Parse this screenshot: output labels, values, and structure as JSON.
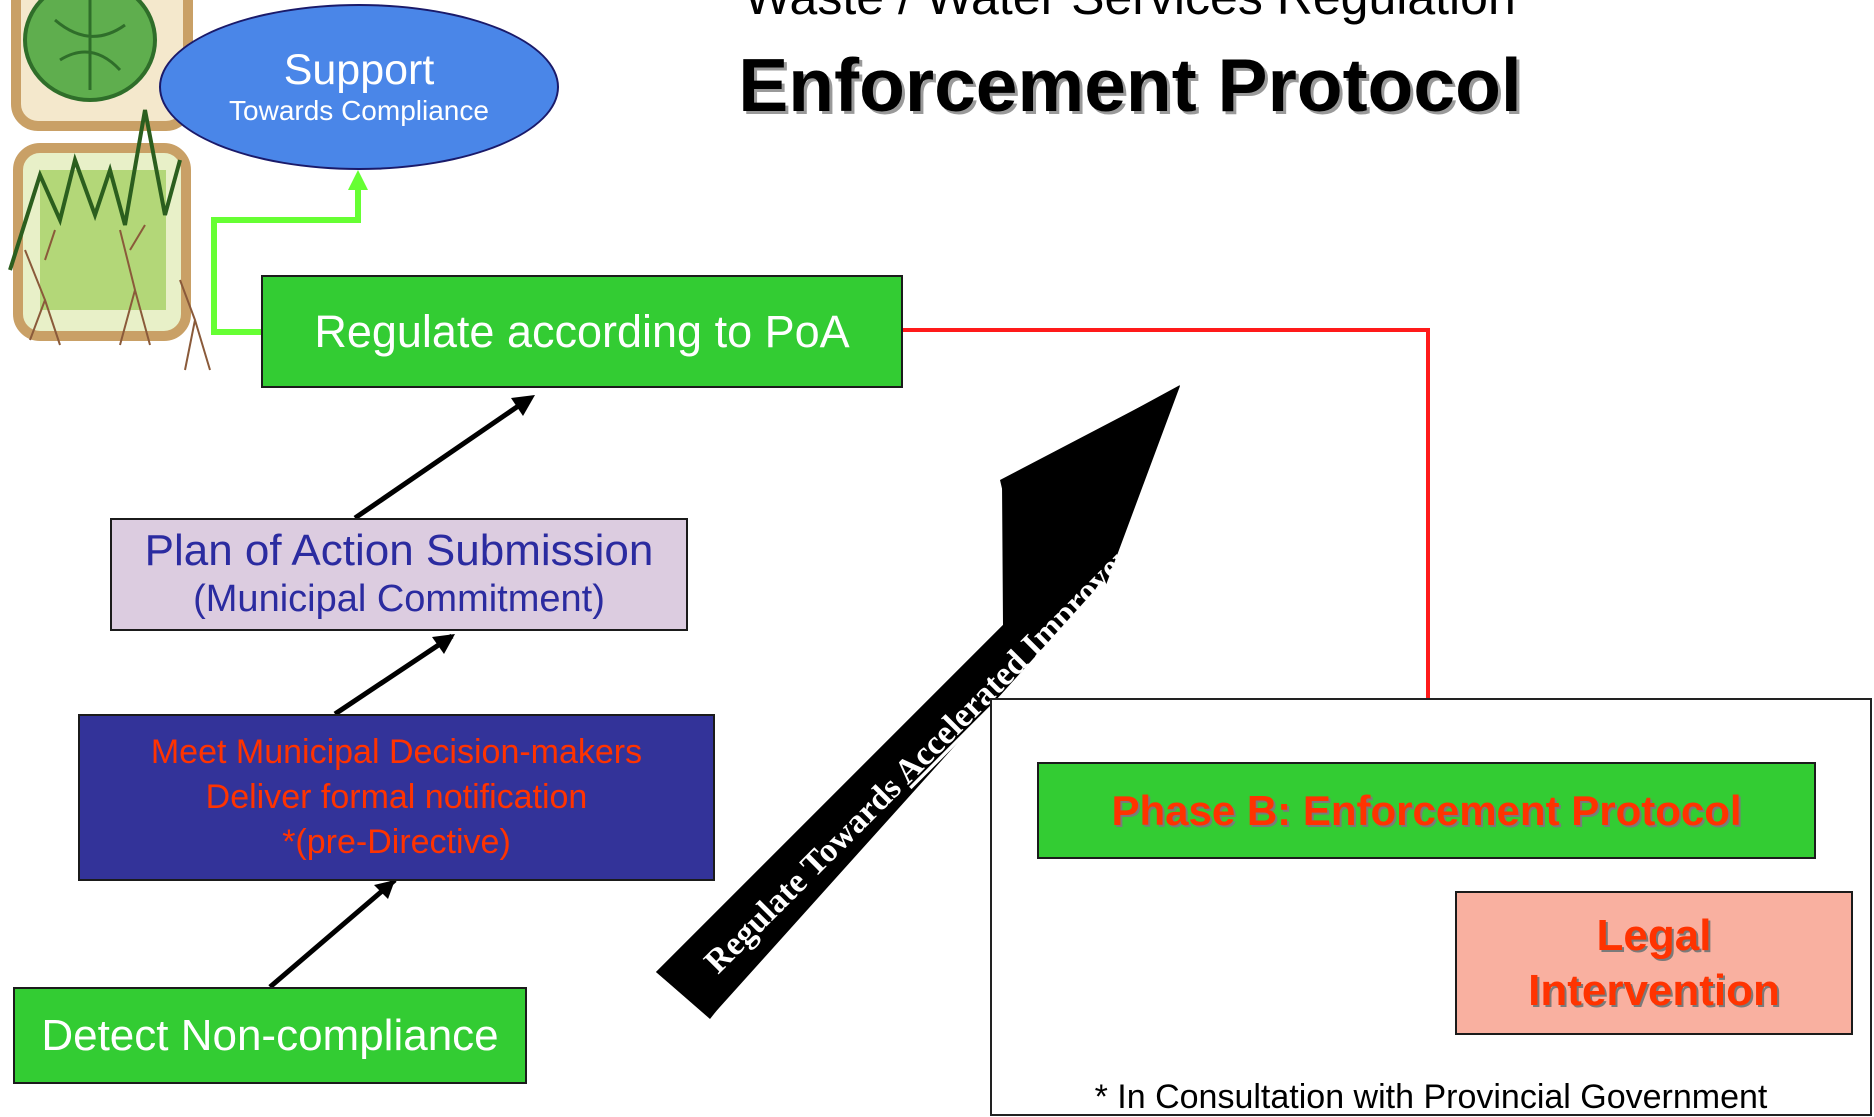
{
  "title": {
    "line1": "Waste / Water Services Regulation",
    "line2": "Enforcement Protocol"
  },
  "support": {
    "label": "Support",
    "sublabel": "Towards Compliance"
  },
  "regulate_box": {
    "label": "Regulate according to PoA"
  },
  "plan_box": {
    "line1": "Plan of Action Submission",
    "line2": "(Municipal Commitment)"
  },
  "meet_box": {
    "line1": "Meet Municipal Decision-makers",
    "line2": "Deliver formal notification",
    "line3": "*(pre-Directive)"
  },
  "detect_box": {
    "label": "Detect Non-compliance"
  },
  "big_arrow": {
    "prefix": "Regulate Towards ",
    "underlined": "Accelerated",
    "suffix": " Improvement"
  },
  "phase_b": {
    "label": "Phase B: Enforcement Protocol"
  },
  "legal_box": {
    "line1": "Legal",
    "line2": "Intervention"
  },
  "footnote": "* In Consultation with Provincial Government",
  "colors": {
    "green_box": "#33cc33",
    "support_ellipse": "#4a86e8",
    "plan_box": "#dccce0",
    "meet_box": "#333399",
    "legal_box": "#f9b0a0",
    "red_connector": "#ff1a1a",
    "green_connector": "#66ff33",
    "big_arrow": "#000000"
  },
  "icons": {
    "decorative_logo": "nature-logo-icon"
  }
}
